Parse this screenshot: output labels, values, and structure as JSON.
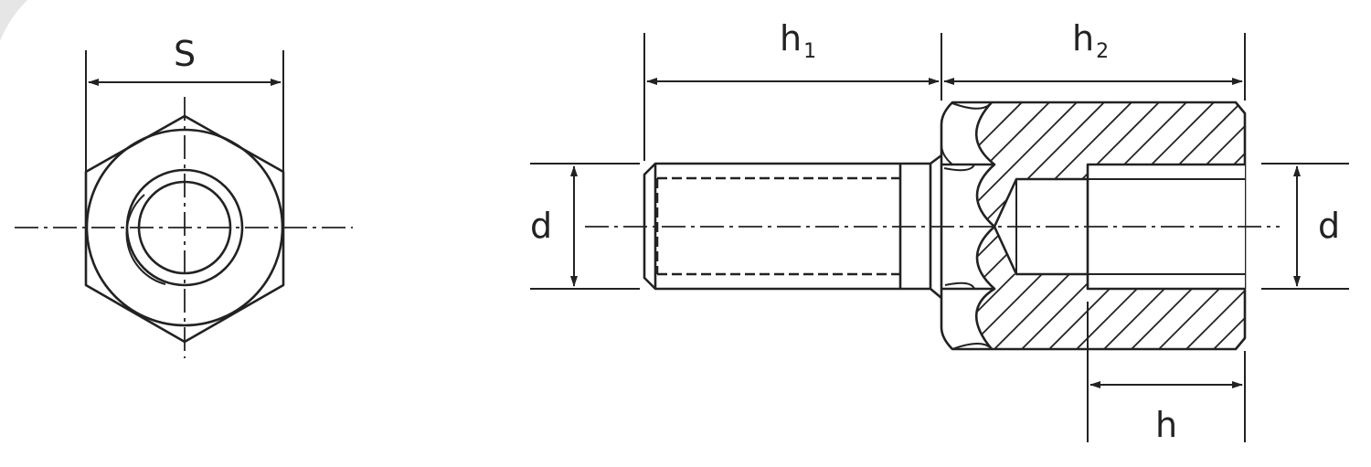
{
  "labels": {
    "hex_width": "S",
    "thread_length": "h",
    "thread_length_sub": "1",
    "body_length": "h",
    "body_length_sub": "2",
    "left_diameter": "d",
    "right_diameter": "d",
    "thread_depth": "h"
  }
}
